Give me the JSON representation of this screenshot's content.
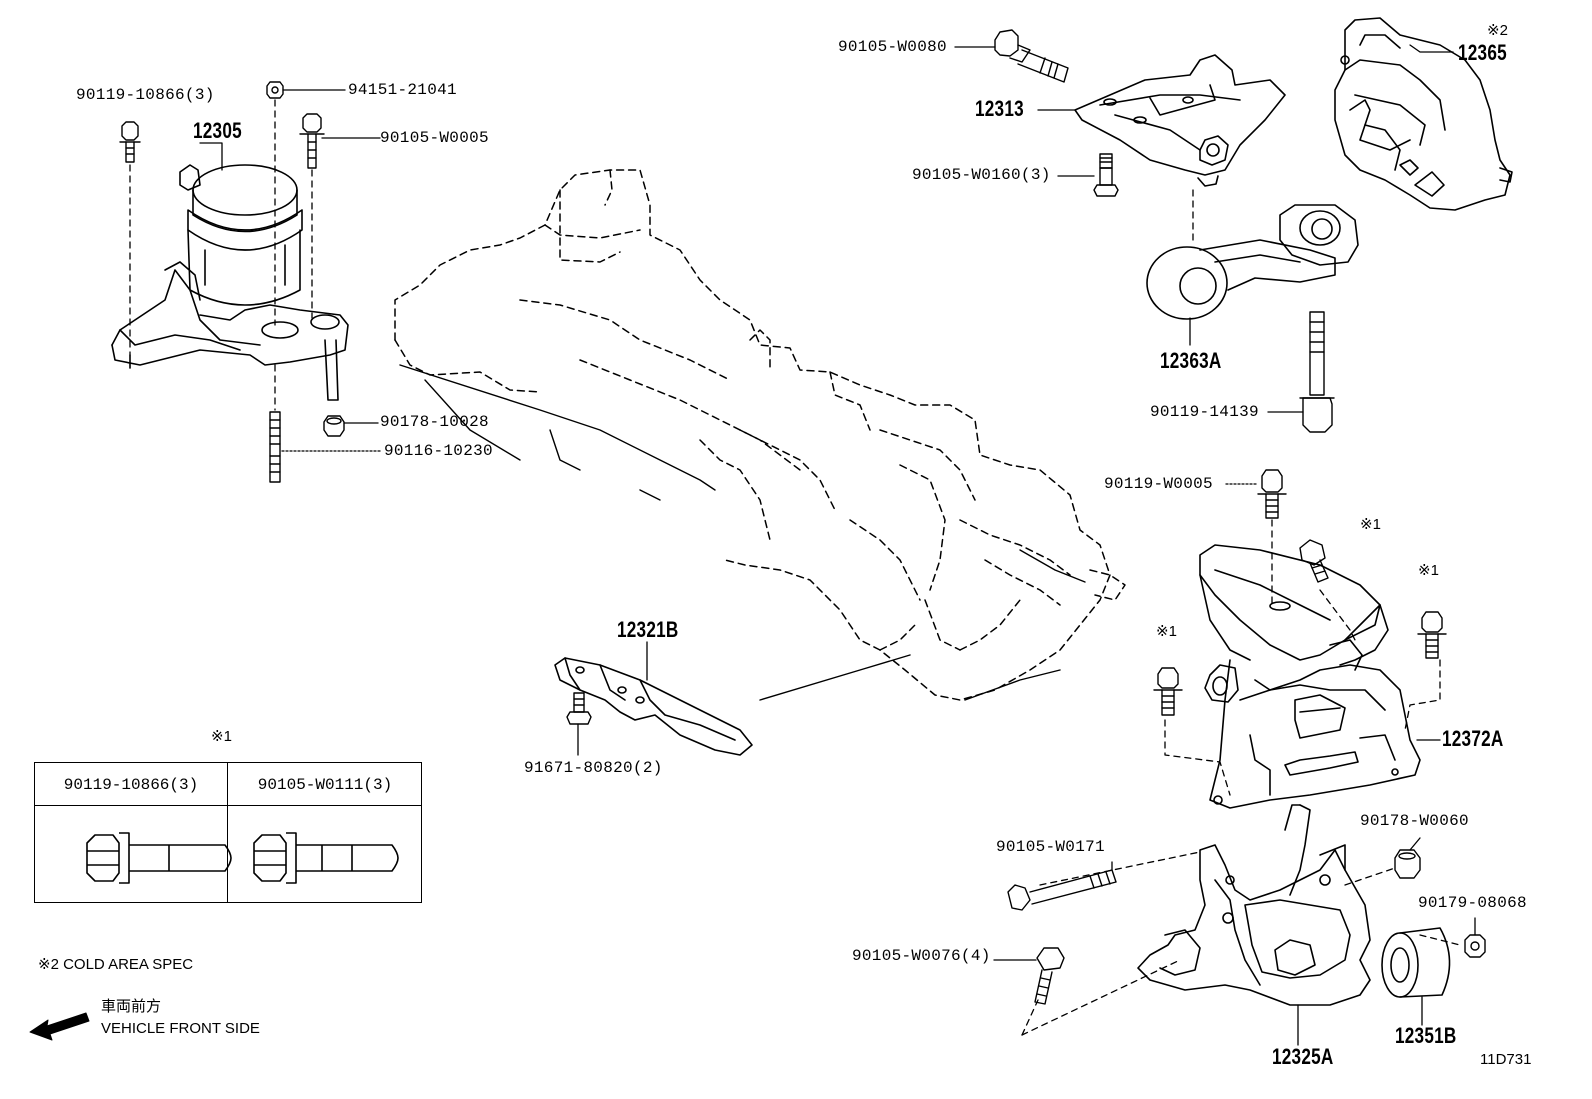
{
  "parts": {
    "p12305": "12305",
    "p90119_10866_3": "90119-10866(3)",
    "p94151_21041": "94151-21041",
    "p90105_W0005": "90105-W0005",
    "p90178_10028": "90178-10028",
    "p90116_10230": "90116-10230",
    "p90105_W0080": "90105-W0080",
    "p12313": "12313",
    "p90105_W0160_3": "90105-W0160(3)",
    "p12365": "12365",
    "p12363A": "12363A",
    "p90119_14139": "90119-14139",
    "p90119_W0005": "90119-W0005",
    "p12372A": "12372A",
    "p12321B": "12321B",
    "p91671_80820_2": "91671-80820(2)",
    "p90105_W0171": "90105-W0171",
    "p90178_W0060": "90178-W0060",
    "p90179_08068": "90179-08068",
    "p90105_W0076_4": "90105-W0076(4)",
    "p12325A": "12325A",
    "p12351B": "12351B"
  },
  "marks": {
    "note1": "※1",
    "note2": "※2"
  },
  "legend": {
    "title_mark": "※1",
    "col1_header": "90119-10866(3)",
    "col2_header": "90105-W0111(3)"
  },
  "notes": {
    "cold_area": "※2 COLD AREA SPEC",
    "front_jp": "車両前方",
    "front_en": "VEHICLE FRONT SIDE"
  },
  "figure_code": "11D731"
}
